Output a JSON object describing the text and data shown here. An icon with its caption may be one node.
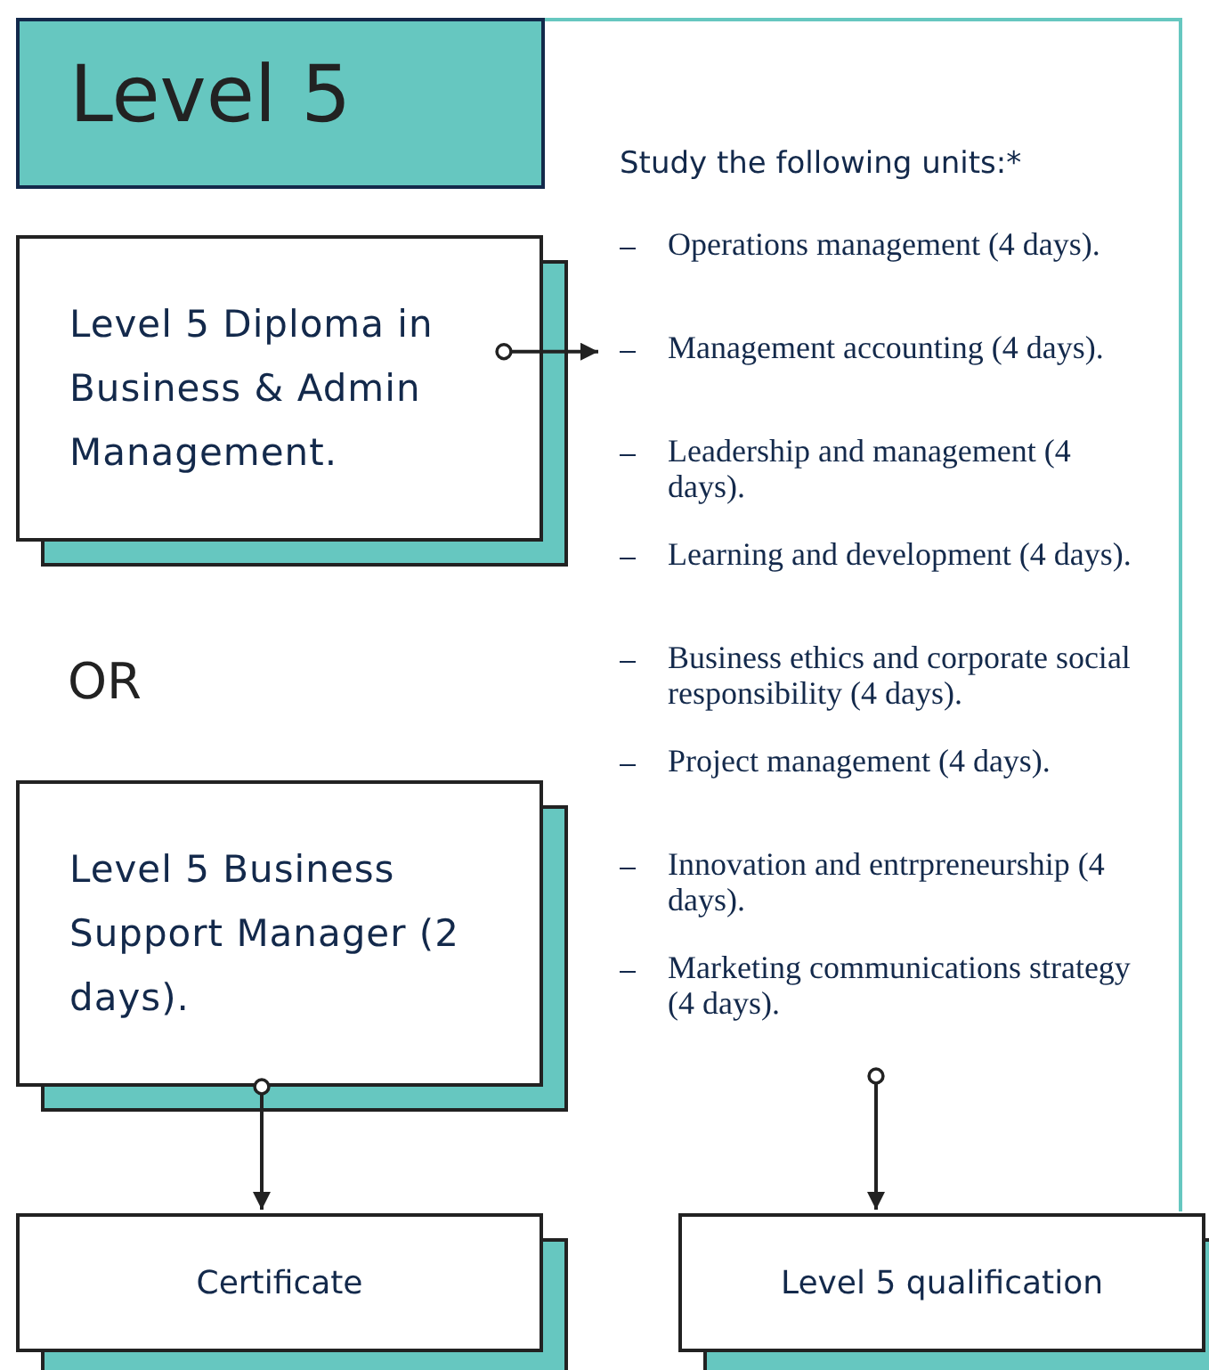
{
  "diagram": {
    "nodes": [
      {
        "text": [
          "Level 5"
        ]
      },
      {
        "text": [
          "Level 5 Diploma in Business & Admin Management."
        ]
      },
      {
        "text": [
          "Study the following units:*",
          "Operations management (4 days).",
          "Management accounting (4 days).",
          "Leadership and management (4 days).",
          "Learning and development (4 days).",
          "Business ethics and corporate social responsibility (4 days).",
          "Project management (4 days).",
          "Innovation and entrpreneurship (4 days).",
          "Marketing communications strategy (4 days)."
        ]
      },
      {
        "text": [
          "Level 5 Business Support Manager (2 days)."
        ]
      },
      {
        "text": [
          "Certificate"
        ]
      },
      {
        "text": [
          "Level 5 qualification"
        ]
      }
    ],
    "edges": [
      {
        "from": 1,
        "to": 2,
        "arrow": "to"
      },
      {
        "from": 3,
        "to": 4,
        "arrow": "to"
      },
      {
        "from": 2,
        "to": 5,
        "arrow": "to"
      }
    ],
    "labels": [
      "OR"
    ]
  }
}
